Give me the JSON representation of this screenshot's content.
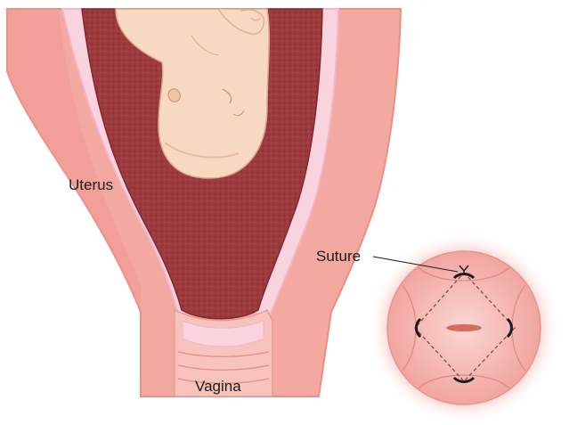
{
  "labels": {
    "uterus": "Uterus",
    "suture": "Suture",
    "vagina": "Vagina"
  },
  "colors": {
    "uterine_wall": "#f4a9a0",
    "uterine_wall_dark": "#e98f86",
    "membrane": "#f9d3de",
    "placenta": "#9c3a3d",
    "placenta_dark": "#7e2a2e",
    "fetus_skin": "#f6d9c0",
    "fetus_shadow": "#e8bca0",
    "cervix_ring": "#f2b1aa",
    "suture_line": "#8a4a44",
    "suture_knot": "#1a1a1a"
  }
}
